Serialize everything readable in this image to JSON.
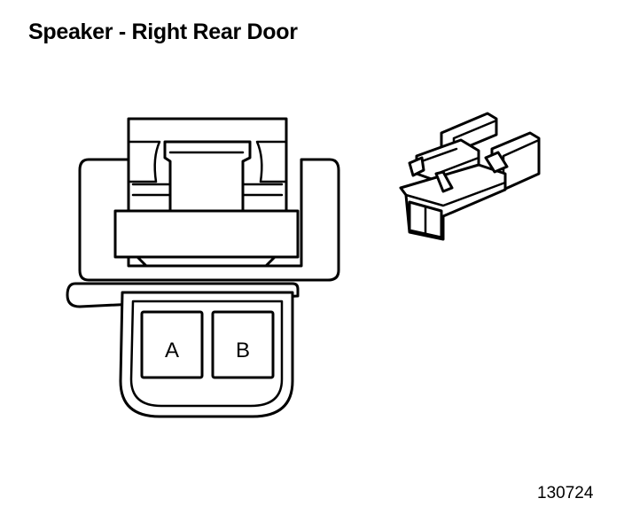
{
  "header": {
    "title": "Speaker - Right Rear Door"
  },
  "connector": {
    "cavities": [
      {
        "label": "A"
      },
      {
        "label": "B"
      }
    ]
  },
  "footer": {
    "figure_number": "130724"
  },
  "colors": {
    "line": "#000000",
    "background": "#ffffff"
  }
}
